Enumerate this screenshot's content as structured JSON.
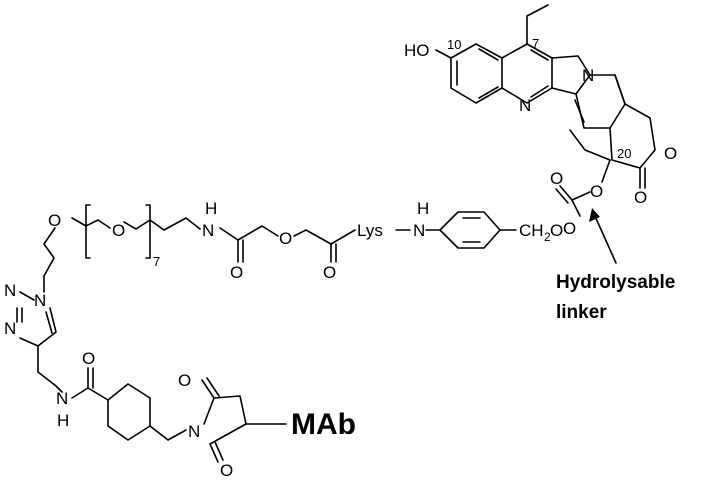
{
  "structure": {
    "atoms": {
      "ho": "HO",
      "n_quinoline": "N",
      "n_pyrrole": "N",
      "ethyl_note": "",
      "o_lactone_ring": "O",
      "o_lactone_carbonyl": "O",
      "o_ester": "O",
      "o_carbonate_dbl": "O",
      "o_carbonate_link": "O",
      "benzyl": "CH",
      "benzyl_sub": "2",
      "benzyl_o": "O",
      "nh_aniline_h": "H",
      "nh_aniline_n": "N",
      "lys": "Lys",
      "o_carbonyl_1": "O",
      "o_ether_mid": "O",
      "o_carbonyl_2": "O",
      "nh_amide_h": "H",
      "nh_amide_n": "N",
      "o_peg_start": "O",
      "o_peg_repeat": "O",
      "peg_count": "7",
      "triazole_n1": "N",
      "triazole_n2": "N",
      "triazole_n3": "N",
      "o_amide_2": "O",
      "nh_amide_2_n": "N",
      "nh_amide_2_h": "H",
      "o_succ_top": "O",
      "o_succ_bottom": "O",
      "n_succ": "N"
    },
    "position_numbers": {
      "p10": "10",
      "p7": "7",
      "p20": "20"
    },
    "antibody_label": "MAb",
    "annotation": {
      "line1": "Hydrolysable",
      "line2": "linker"
    }
  }
}
